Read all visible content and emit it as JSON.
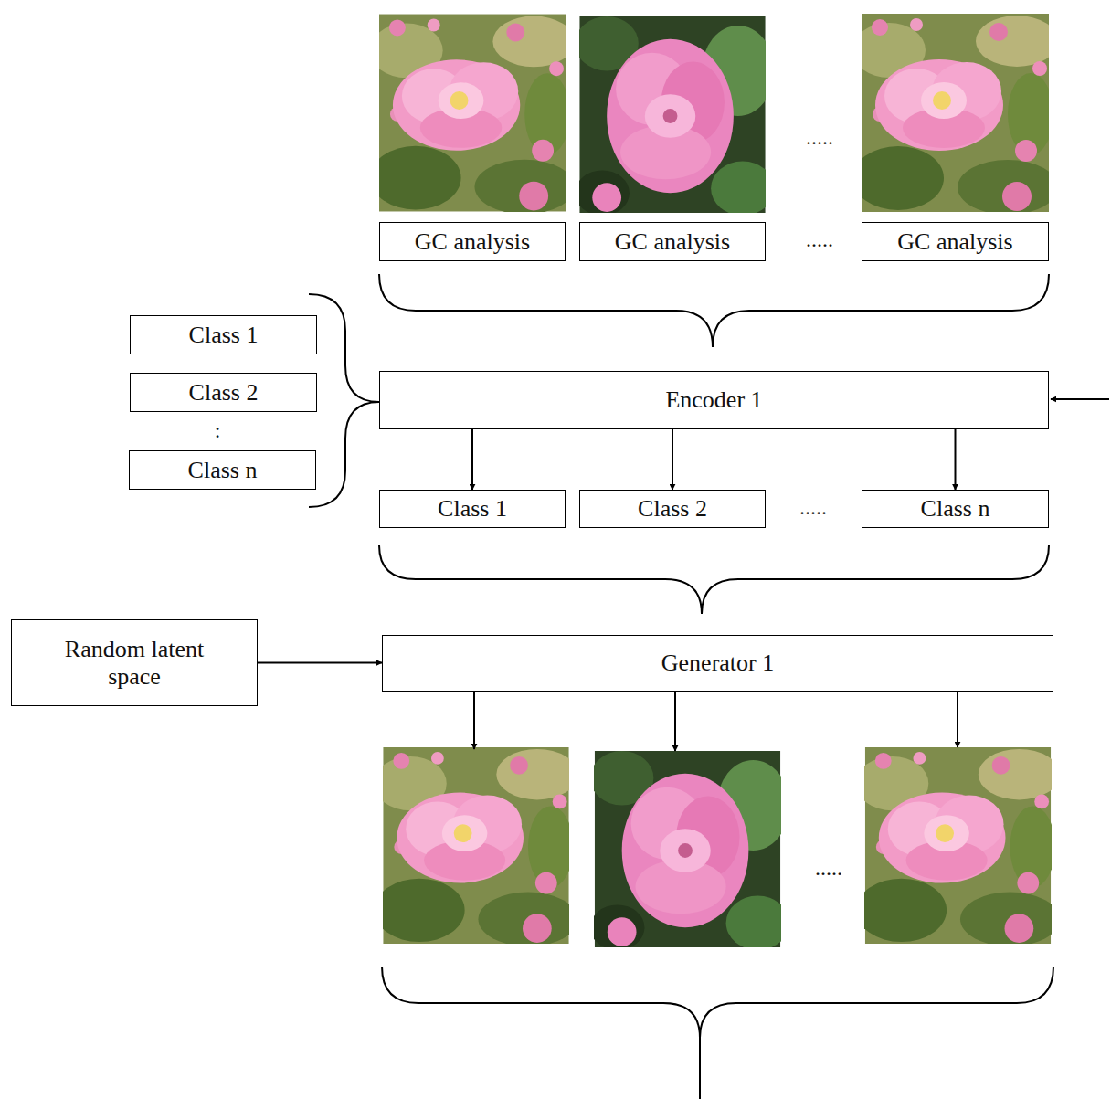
{
  "diagram": {
    "nodes": [
      {
        "text": [
          "GC analysis"
        ]
      },
      {
        "text": [
          "GC analysis"
        ]
      },
      {
        "text": [
          "GC analysis"
        ]
      },
      {
        "text": [
          "Class 1"
        ]
      },
      {
        "text": [
          "Class 2"
        ]
      },
      {
        "text": [
          "Class n"
        ]
      },
      {
        "text": [
          "Encoder 1"
        ]
      },
      {
        "text": [
          "Class 1"
        ]
      },
      {
        "text": [
          "Class 2"
        ]
      },
      {
        "text": [
          "Class n"
        ]
      },
      {
        "text": [
          "Random latent space"
        ]
      },
      {
        "text": [
          "Generator 1"
        ]
      }
    ],
    "edges": [
      {
        "from": 6,
        "to": 7,
        "arrow": "to"
      },
      {
        "from": 6,
        "to": 8,
        "arrow": "to"
      },
      {
        "from": 6,
        "to": 9,
        "arrow": "to"
      },
      {
        "from": 10,
        "to": 11,
        "arrow": "to"
      }
    ],
    "labels": [
      ".....",
      ".....",
      ":",
      ".....",
      "....."
    ]
  }
}
